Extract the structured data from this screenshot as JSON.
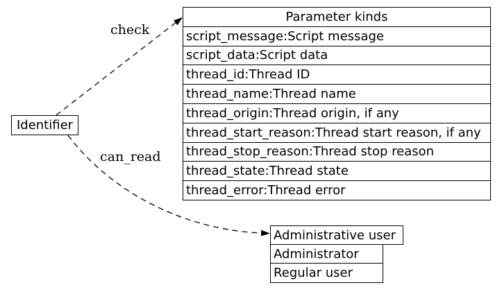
{
  "identifier_node": {
    "label": "Identifier"
  },
  "edges": {
    "check": {
      "label": "check"
    },
    "can_read": {
      "label": "can_read"
    }
  },
  "param_table": {
    "title": "Parameter kinds",
    "rows": [
      "script_message:Script message",
      "script_data:Script data",
      "thread_id:Thread ID",
      "thread_name:Thread name",
      "thread_origin:Thread origin, if any",
      "thread_start_reason:Thread start reason, if any",
      "thread_stop_reason:Thread stop reason",
      "thread_state:Thread state",
      "thread_error:Thread error"
    ]
  },
  "user_kinds": {
    "items": [
      "Administrative user",
      "Administrator",
      "Regular user"
    ]
  },
  "colors": {
    "background": "#ffffff",
    "line": "#000000",
    "text": "#000000"
  }
}
